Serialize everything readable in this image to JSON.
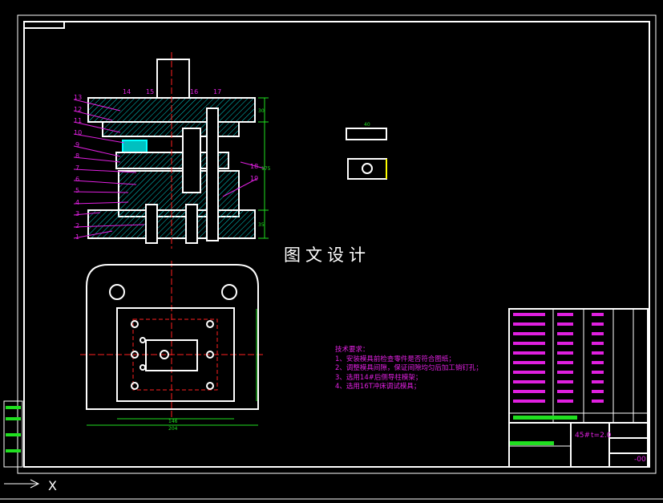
{
  "watermark": "图文设计",
  "technical_requirements": {
    "title": "技术要求：",
    "items": [
      "1、安装模具前检查零件是否符合图纸；",
      "2、调整模具间隙，保证间隙均匀后加工销钉孔；",
      "3、选用14#后侧导柱模架；",
      "4、选用16T冲床调试模具；"
    ]
  },
  "part_labels": [
    "1",
    "2",
    "3",
    "4",
    "5",
    "6",
    "7",
    "8",
    "9",
    "10",
    "11",
    "12",
    "13",
    "14",
    "15",
    "16",
    "17",
    "18",
    "19"
  ],
  "dimensions": {
    "top_plate": "30",
    "overall_height": "175",
    "bottom_plate": "35",
    "inner_width": "146",
    "outer_width": "204",
    "part_length": "40"
  },
  "title_block": {
    "material": "45#",
    "thickness": "t=2.0",
    "drawing_no": "-00"
  },
  "colors": {
    "background": "#000000",
    "outline": "#ffffff",
    "hatch": "#00e0e0",
    "centerline": "#ff2020",
    "leader": "#e020e0",
    "dimension": "#20e020"
  },
  "axis_icon": "X"
}
